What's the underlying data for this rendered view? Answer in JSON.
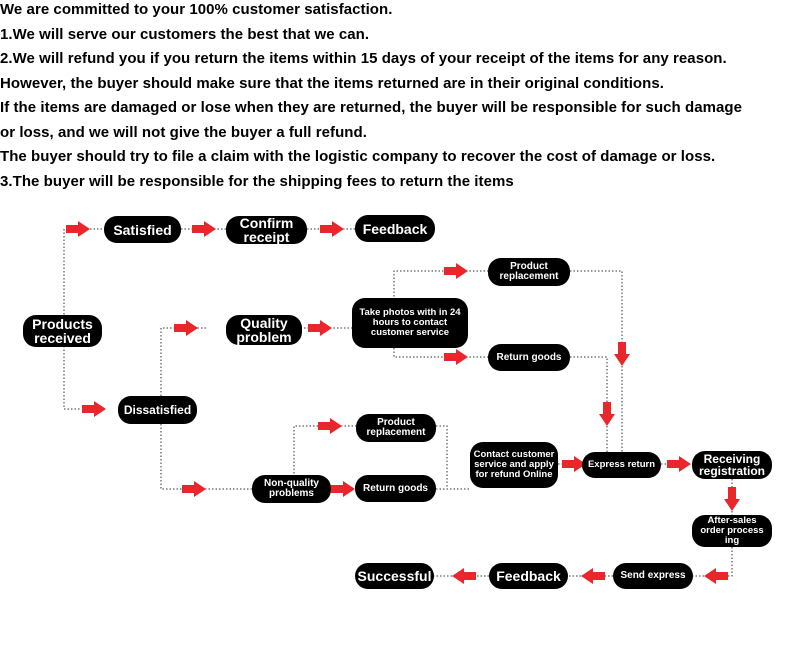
{
  "policy": {
    "lines": [
      "We are committed to your 100% customer satisfaction.",
      "1.We will serve our customers the best that we can.",
      "2.We will refund you if you return the items within 15 days of your receipt of the items for any reason.",
      "However, the buyer should make sure that the items returned are in their original conditions.",
      "If the items are damaged or lose when they are returned, the buyer will be responsible for such damage",
      "or loss, and we will not give the buyer a full refund.",
      "The buyer should try to file a claim with the logistic company to recover the cost of damage or loss.",
      "3.The buyer will be responsible for the shipping fees to return the items"
    ]
  },
  "flow": {
    "products_received": [
      "Products",
      "received"
    ],
    "satisfied": "Satisfied",
    "confirm_receipt": [
      "Confirm",
      "receipt"
    ],
    "feedback_top": "Feedback",
    "dissatisfied": "Dissatisfied",
    "quality_problem": [
      "Quality",
      "problem"
    ],
    "take_photos": [
      "Take photos with in 24",
      "hours to contact",
      "customer service"
    ],
    "product_replacement_top": [
      "Product",
      "replacement"
    ],
    "return_goods_top": "Return goods",
    "non_quality": [
      "Non-quality",
      "problems"
    ],
    "product_replacement_bottom": [
      "Product",
      "replacement"
    ],
    "return_goods_bottom": "Return goods",
    "contact_cs": [
      "Contact customer",
      "service and apply",
      "for refund Online"
    ],
    "express_return": "Express return",
    "receiving_registration": [
      "Receiving",
      "registration"
    ],
    "after_sales": [
      "After-sales",
      "order process",
      "ing"
    ],
    "send_express": "Send express",
    "feedback_bottom": "Feedback",
    "successful": "Successful"
  },
  "colors": {
    "arrow": "#e8262b",
    "node": "#000000",
    "connector": "#333333"
  }
}
